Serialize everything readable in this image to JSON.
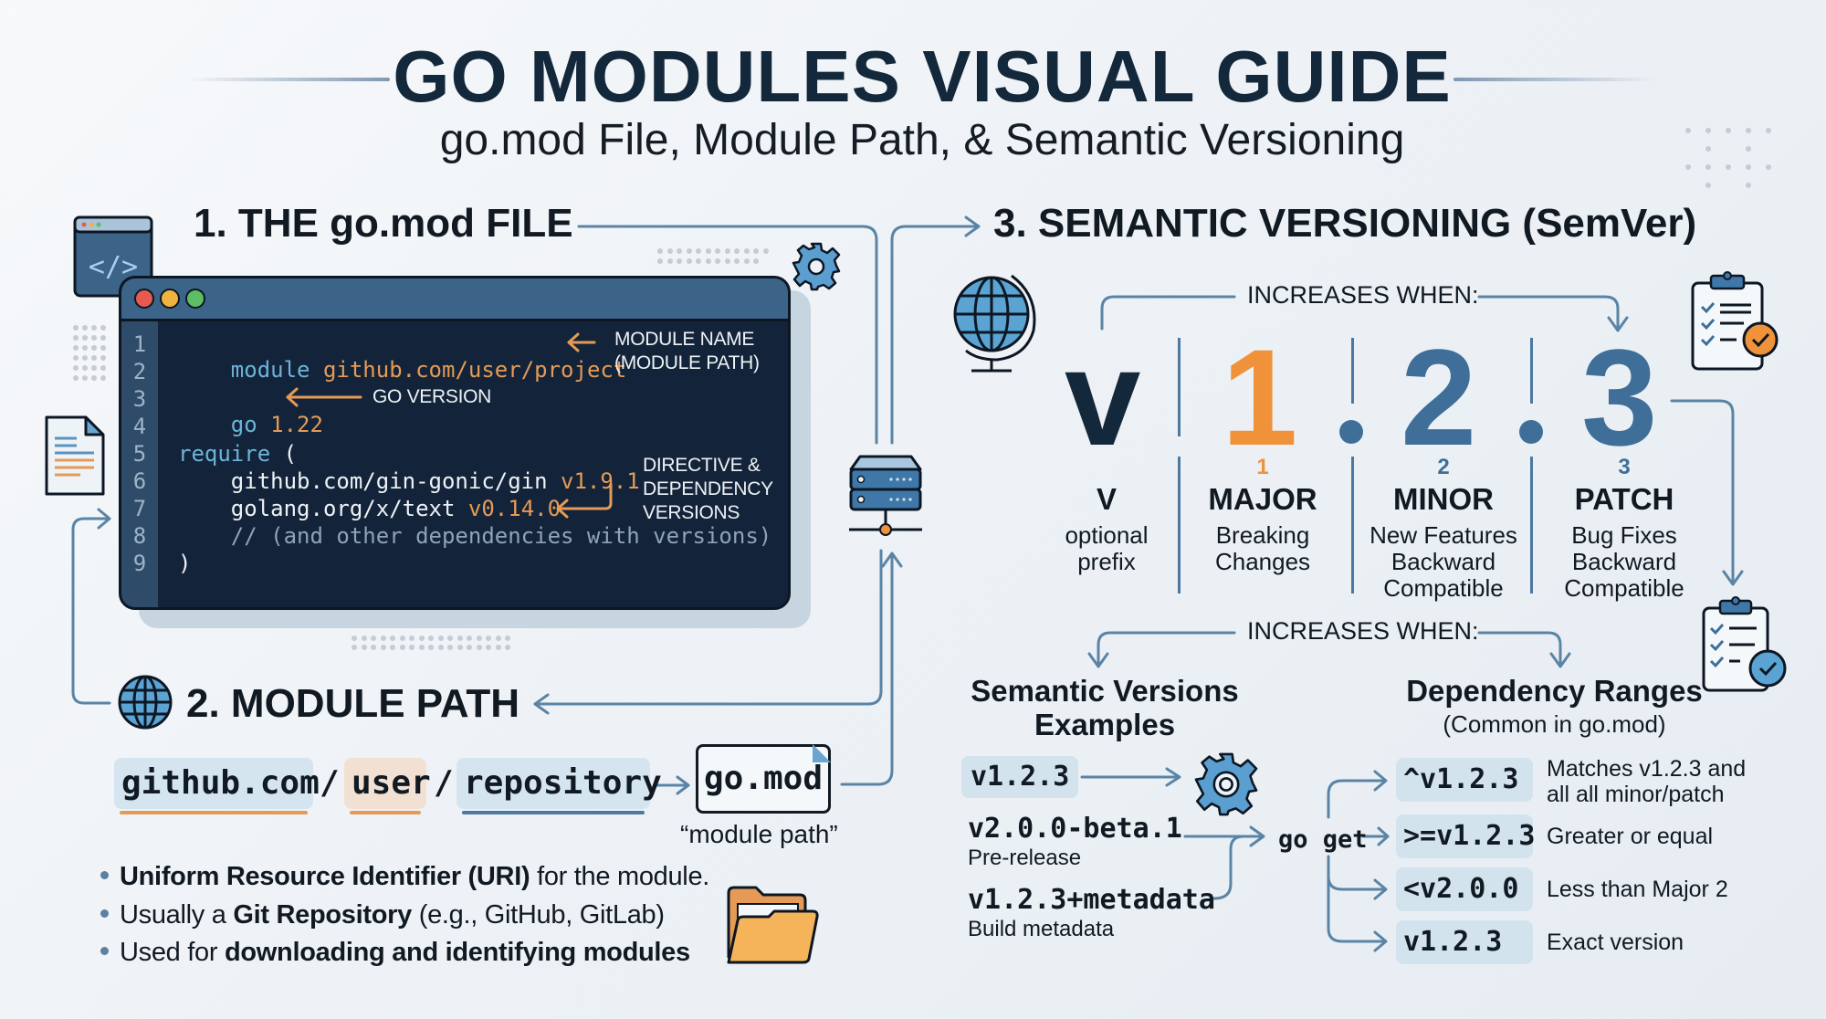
{
  "header": {
    "title": "GO MODULES VISUAL GUIDE",
    "subtitle": "go.mod File, Module Path, & Semantic Versioning"
  },
  "section1": {
    "heading": "1. THE go.mod FILE",
    "code_lines": [
      {
        "n": "1"
      },
      {
        "n": "2"
      },
      {
        "n": "3"
      },
      {
        "n": "4"
      },
      {
        "n": "5"
      },
      {
        "n": "6"
      },
      {
        "n": "7"
      },
      {
        "n": "8"
      },
      {
        "n": "9"
      }
    ],
    "code": {
      "l1_kw": "module",
      "l1_val": "github.com/user/project",
      "l3_kw": "go",
      "l3_val": "1.22",
      "l5_kw": "require",
      "l5_rest": " (",
      "l6_path": "    github.com/gin-gonic/gin ",
      "l6_ver": "v1.9.1",
      "l7_path": "    golang.org/x/text ",
      "l7_ver": "v0.14.0",
      "l8_comment": "    // (and other dependencies with versions)",
      "l9": ")"
    },
    "annotations": {
      "module_name_1": "MODULE NAME",
      "module_name_2": "(MODULE PATH)",
      "go_version": "GO VERSION",
      "directive_1": "DIRECTIVE &",
      "directive_2": "DEPENDENCY",
      "directive_3": "VERSIONS"
    },
    "traffic_lights": [
      "#e8594f",
      "#f1b340",
      "#5cbd64"
    ]
  },
  "section2": {
    "heading": "2. MODULE PATH",
    "path_parts": {
      "host": "github.com",
      "sep1": "/",
      "user": "user",
      "sep2": "/",
      "repo": "repository"
    },
    "arrow": "→",
    "file": "go.mod",
    "caption": "“module path”",
    "bullets": [
      {
        "bold": "Uniform Resource Identifier (URI)",
        "rest": " for the module."
      },
      {
        "pre": "Usually a ",
        "bold": "Git Repository",
        "rest": " (e.g., GitHub, GitLab)"
      },
      {
        "pre": "Used for ",
        "bold": "downloading and identifying modules",
        "rest": ""
      }
    ]
  },
  "section3": {
    "heading": "3. SEMANTIC VERSIONING (SemVer)",
    "increases_when": "INCREASES WHEN:",
    "version": {
      "prefix": "v",
      "major": "1",
      "minor": "2",
      "patch": "3"
    },
    "columns": [
      {
        "num": "",
        "name": "V",
        "desc": [
          "optional",
          "prefix"
        ]
      },
      {
        "num": "1",
        "name": "MAJOR",
        "desc": [
          "Breaking",
          "Changes"
        ]
      },
      {
        "num": "2",
        "name": "MINOR",
        "desc": [
          "New Features",
          "Backward",
          "Compatible"
        ]
      },
      {
        "num": "3",
        "name": "PATCH",
        "desc": [
          "Bug Fixes",
          "Backward",
          "Compatible"
        ]
      }
    ],
    "examples_heading_1": "Semantic Versions",
    "examples_heading_2": "Examples",
    "examples": [
      {
        "code": "v1.2.3",
        "note": ""
      },
      {
        "code": "v2.0.0-beta.1",
        "note": "Pre-release"
      },
      {
        "code": "v1.2.3+metadata",
        "note": "Build metadata"
      }
    ],
    "go_get": "go  get",
    "ranges_heading": "Dependency Ranges",
    "ranges_subheading": "(Common in go.mod)",
    "ranges": [
      {
        "expr": "^v1.2.3",
        "desc": [
          "Matches v1.2.3 and",
          "all  all minor/patch"
        ]
      },
      {
        "expr": ">=v1.2.3",
        "desc": [
          "Greater or equal"
        ]
      },
      {
        "expr": "<v2.0.0",
        "desc": [
          "Less than Major 2"
        ]
      },
      {
        "expr": "v1.2.3",
        "desc": [
          "Exact version"
        ]
      }
    ]
  },
  "colors": {
    "navy": "#14283c",
    "orange": "#f0923a",
    "steel_blue": "#3f6f99",
    "connector": "#5a84a6",
    "code_bg": "#13243a",
    "chip_bg": "#d2e3ee"
  }
}
